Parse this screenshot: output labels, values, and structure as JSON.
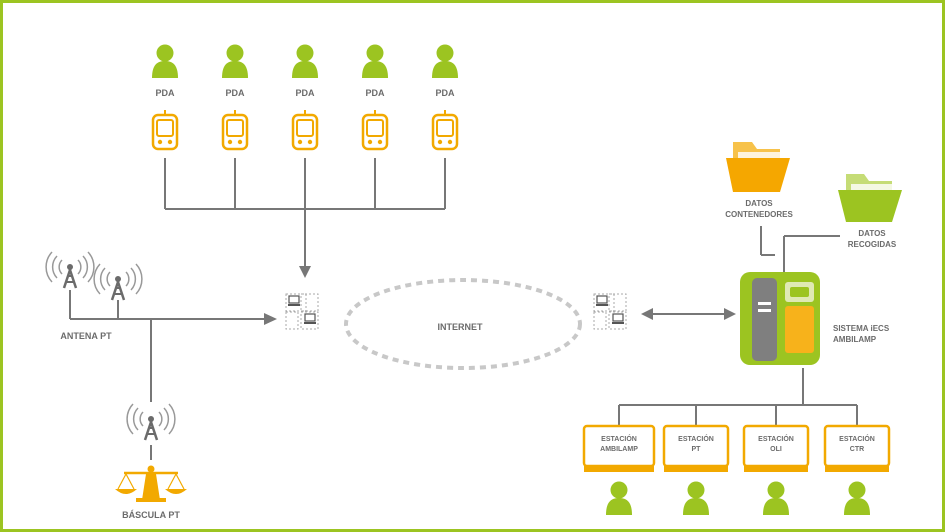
{
  "labels": {
    "pda": "PDA",
    "antenna": "ANTENA PT",
    "scale": "BÁSCULA PT",
    "internet": "INTERNET",
    "datos_contenedores_1": "DATOS",
    "datos_contenedores_2": "CONTENEDORES",
    "datos_recogidas_1": "DATOS",
    "datos_recogidas_2": "RECOGIDAS",
    "sistema_1": "SISTEMA iECS",
    "sistema_2": "AMBILAMP"
  },
  "stations": [
    {
      "line1": "ESTACIÓN",
      "line2": "AMBILAMP"
    },
    {
      "line1": "ESTACIÓN",
      "line2": "PT"
    },
    {
      "line1": "ESTACIÓN",
      "line2": "OLI"
    },
    {
      "line1": "ESTACIÓN",
      "line2": "CTR"
    }
  ],
  "colors": {
    "frame": "#9cc421",
    "person_green": "#9cc421",
    "device_orange": "#f2a900",
    "folder_orange": "#f7b21b",
    "folder_green": "#a6c832",
    "line_gray": "#777777",
    "text_gray": "#6b6b6b"
  },
  "icons": {
    "person": "person-icon",
    "pda": "pda-device-icon",
    "antenna": "antenna-icon",
    "scale": "scale-icon",
    "folder": "folder-icon",
    "server": "server-icon",
    "network": "network-computers-icon",
    "monitor": "monitor-icon"
  }
}
